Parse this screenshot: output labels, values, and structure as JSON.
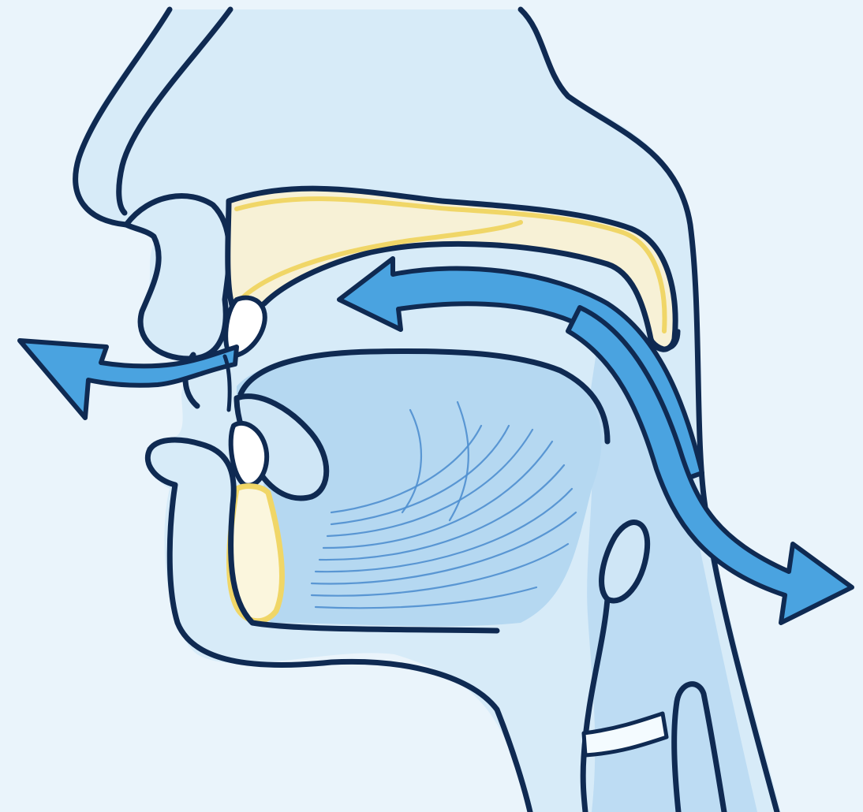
{
  "diagram": {
    "subject": "sagittal-head-airway",
    "colors": {
      "background": "#eaf4fb",
      "tissue_light": "#cfe6f6",
      "tissue_mid": "#a9d2ef",
      "tissue_dark": "#7fbbe6",
      "airflow_arrow": "#4aa3e0",
      "outline": "#0f2a52",
      "bone": "#f0d667",
      "tooth": "#ffffff"
    },
    "arrows": [
      {
        "id": "arrow-exit-mouth",
        "direction": "out-through-lips"
      },
      {
        "id": "arrow-top-airflow",
        "direction": "toward-front-of-mouth"
      },
      {
        "id": "arrow-exit-throat",
        "direction": "down-and-out-right"
      }
    ]
  }
}
